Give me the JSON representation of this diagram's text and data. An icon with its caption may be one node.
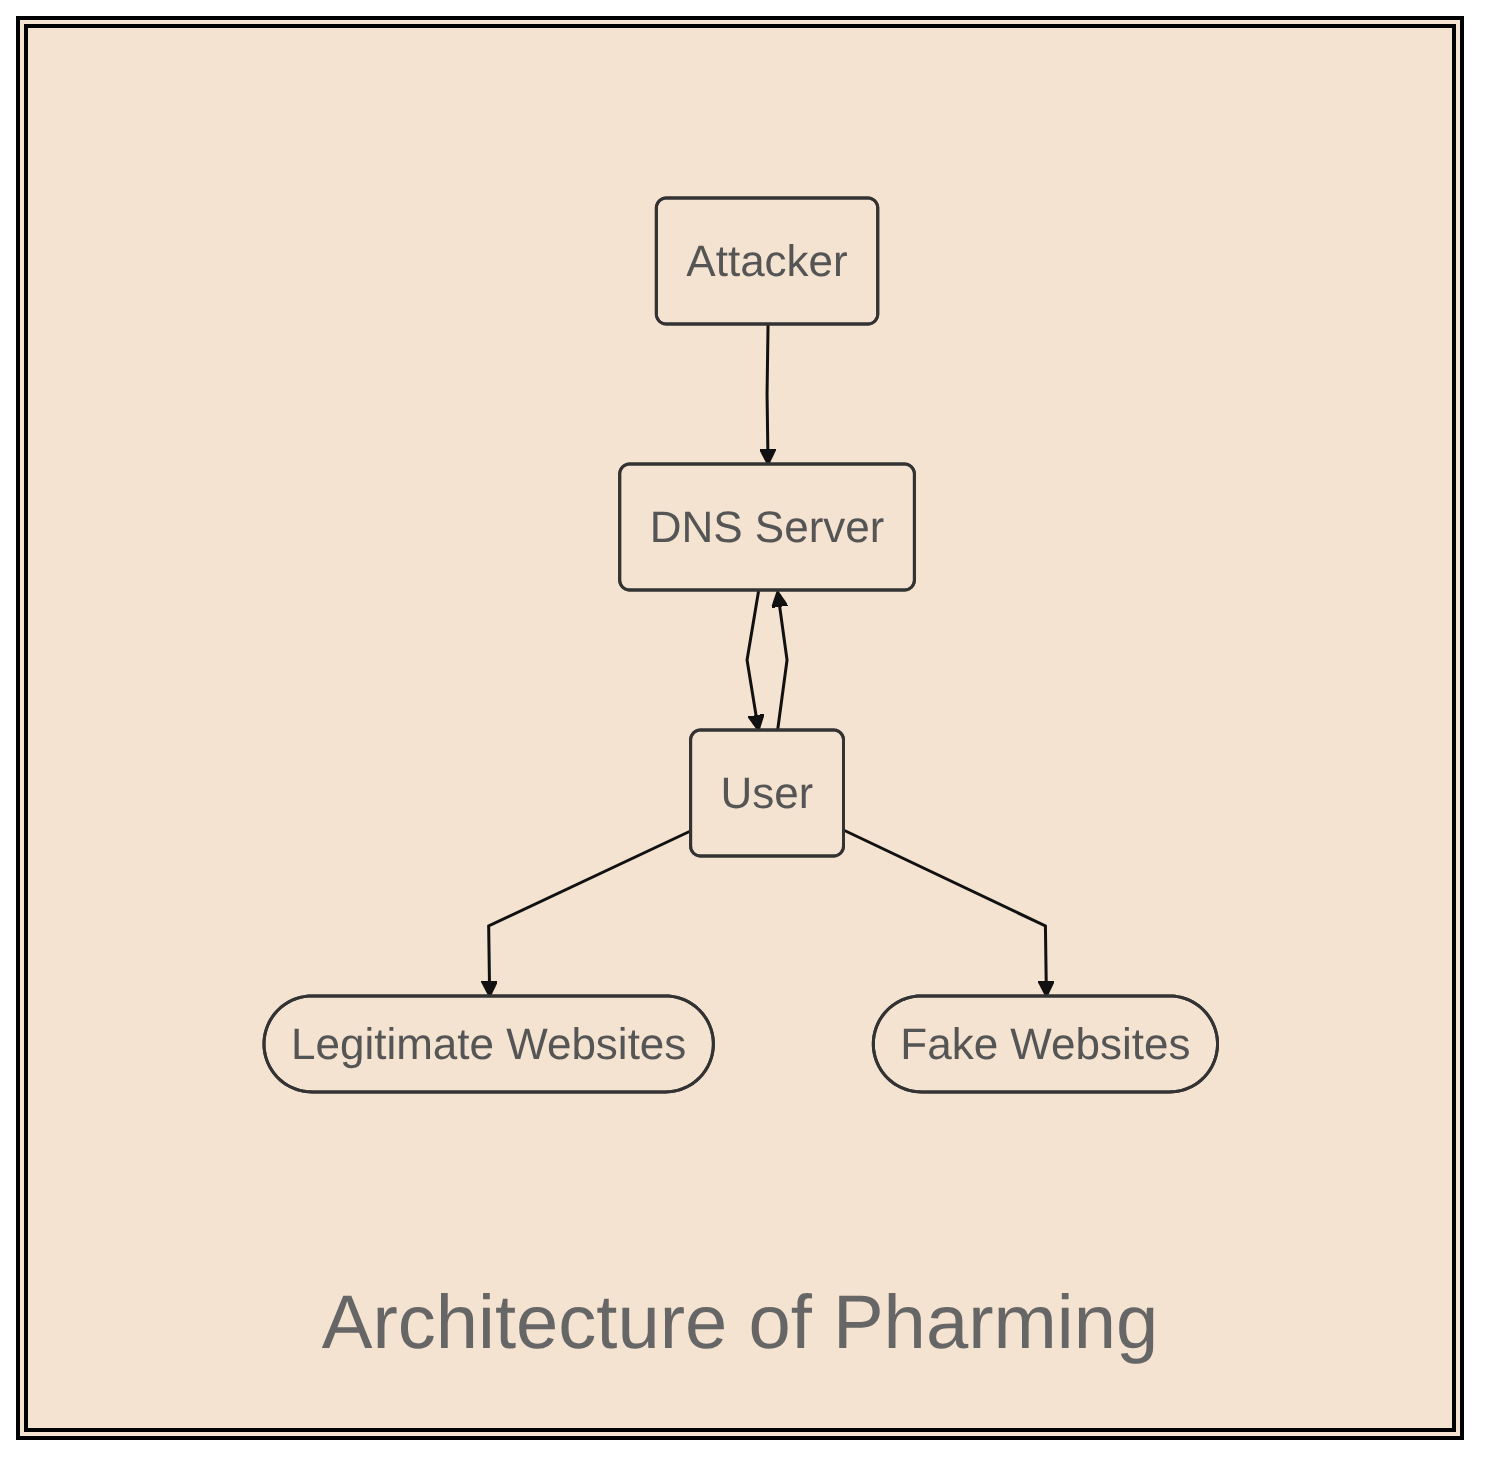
{
  "diagram": {
    "caption": "Architecture of Pharming",
    "nodes": [
      {
        "text": [
          "Attacker"
        ]
      },
      {
        "text": [
          "DNS Server"
        ]
      },
      {
        "text": [
          "Legitimate Websites"
        ]
      },
      {
        "text": [
          "Fake Websites"
        ]
      },
      {
        "text": [
          "User"
        ]
      }
    ],
    "edges": [
      {
        "from": 0,
        "to": 1,
        "arrow": "to"
      },
      {
        "from": 1,
        "to": 4,
        "arrow": "to"
      },
      {
        "from": 4,
        "to": 1,
        "arrow": "to"
      },
      {
        "from": 4,
        "to": 2,
        "arrow": "to"
      },
      {
        "from": 4,
        "to": 3,
        "arrow": "to"
      }
    ]
  }
}
